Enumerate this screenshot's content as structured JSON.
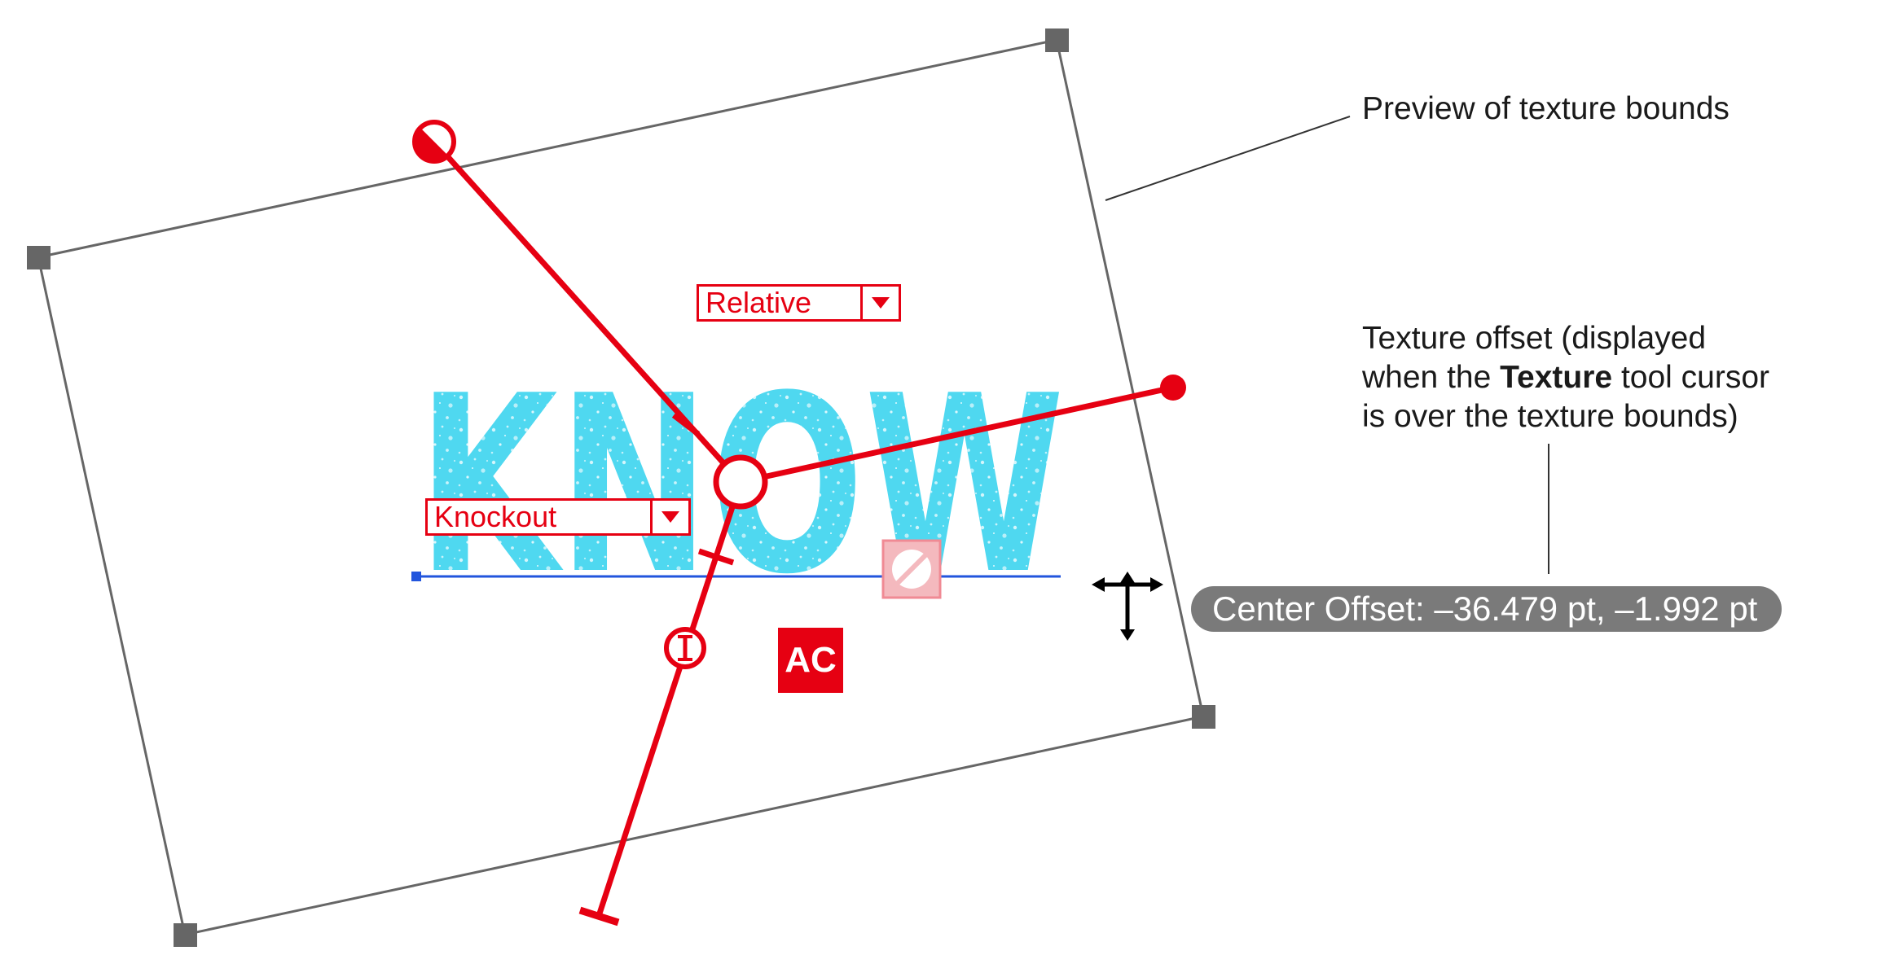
{
  "canvas": {
    "artwork_text": "KNOW",
    "artwork_color": "#4fd8f0",
    "handle_color": "#e60012",
    "bounds_color": "#666666",
    "baseline_color": "#2255dd"
  },
  "widgets": {
    "blend_dropdown": {
      "value": "Relative"
    },
    "knockout_dropdown": {
      "value": "Knockout"
    },
    "ac_badge": "AC"
  },
  "annotations": {
    "texture_bounds": "Preview of texture bounds",
    "texture_offset_line1": "Texture offset (displayed",
    "texture_offset_line2_prefix": "when the ",
    "texture_offset_line2_bold": "Texture",
    "texture_offset_line2_suffix": " tool cursor",
    "texture_offset_line3": "is over the texture bounds)"
  },
  "status": {
    "center_offset": "Center Offset: –36.479 pt, –1.992 pt"
  },
  "icons": {
    "cursor": "move-cursor-icon",
    "no_texture": "no-texture-icon"
  }
}
